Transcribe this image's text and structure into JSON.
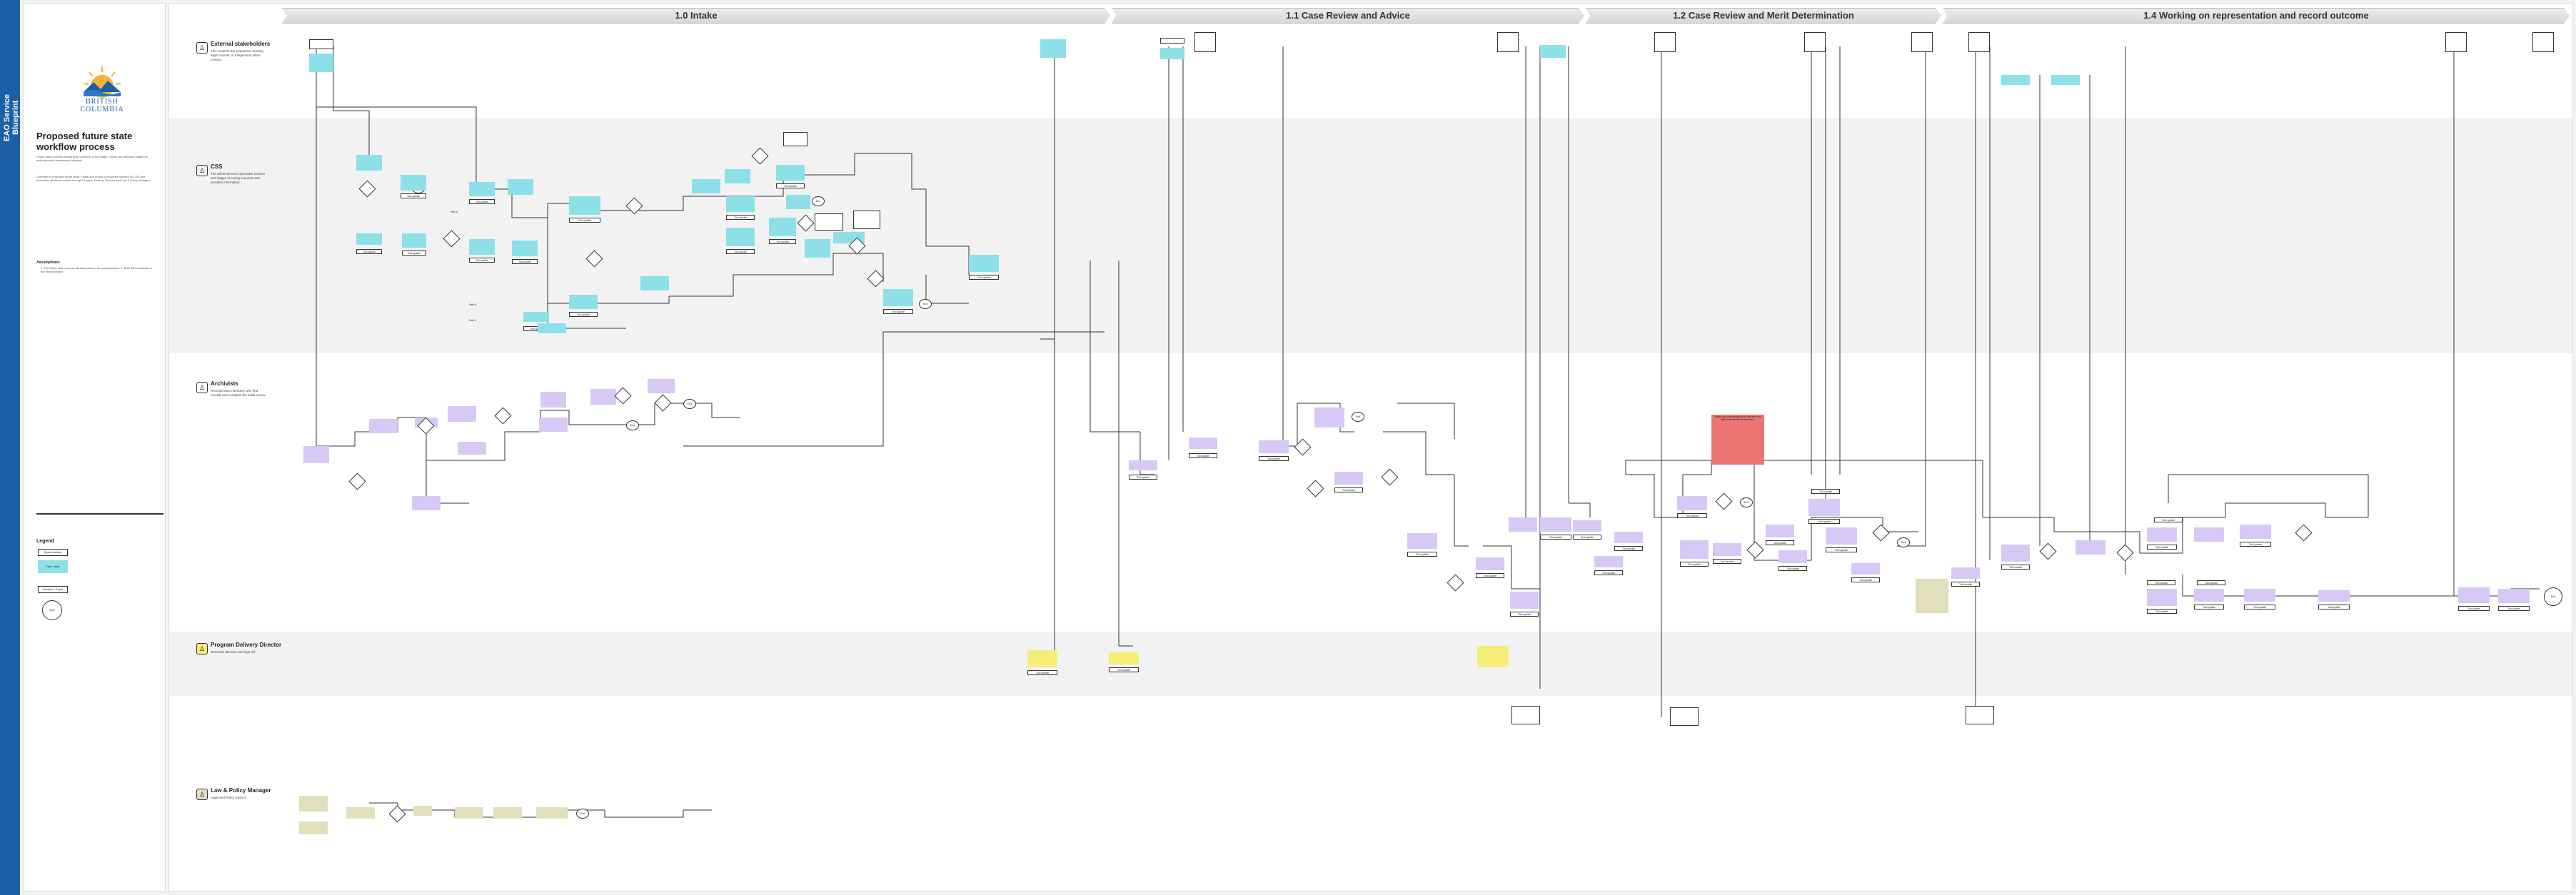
{
  "band_title": "EAO Service Blueprint",
  "sidebar": {
    "logo_text": "BRITISH\nCOLUMBIA",
    "title": "Proposed future state workflow process",
    "description": "Future state process providing an overview of the intake, review, and decision stages for environmental assessment requests.",
    "notes": "Overview of proposed future state: Intake and review of requests handled by CSS and Archivists; decisions routed through Program Delivery Director and Law & Policy Manager.",
    "assumptions_heading": "Assumptions:",
    "assumptions": "1. The future state process will take place in the proposed tool. 2. Staff will be trained on the new workflow.",
    "legend_heading": "Legend",
    "legend": [
      "System action",
      "Task / step",
      "Decision / Event",
      "End"
    ]
  },
  "phases": [
    {
      "label": "1.0 Intake"
    },
    {
      "label": "1.1 Case Review and Advice"
    },
    {
      "label": "1.2 Case Review and Merit Determination"
    },
    {
      "label": "1.4 Working on representation and record outcome"
    }
  ],
  "lanes": [
    {
      "title": "External stakeholders",
      "icon": "person-icon",
      "desc": "This could be the proponent, working legal counsel, or Indigenous nation contact."
    },
    {
      "title": "CSS",
      "icon": "person-icon",
      "desc": "The Client Services Specialist reviews and triages incoming requests and provides information."
    },
    {
      "title": "Archivists",
      "icon": "person-icon",
      "desc": "Records team members who find records and complete the initial review."
    },
    {
      "title": "Program Delivery Director",
      "icon": "person-icon",
      "desc": "Oversees decision and sign-off."
    },
    {
      "title": "Law & Policy Manager",
      "icon": "person-icon",
      "desc": "Legal and Policy support."
    }
  ],
  "labels": {
    "end": "End",
    "yes": "Yes",
    "no": "No",
    "system_update": "Tool update",
    "note": "Notes and considerations for this step are listed here for the review team."
  },
  "colors": {
    "blue": "#8ee0e8",
    "purple": "#d8c8f6",
    "yellow": "#f6ee7a",
    "olive": "#e2dfbd",
    "red": "#ee7474",
    "band": "#1d5fa6"
  }
}
